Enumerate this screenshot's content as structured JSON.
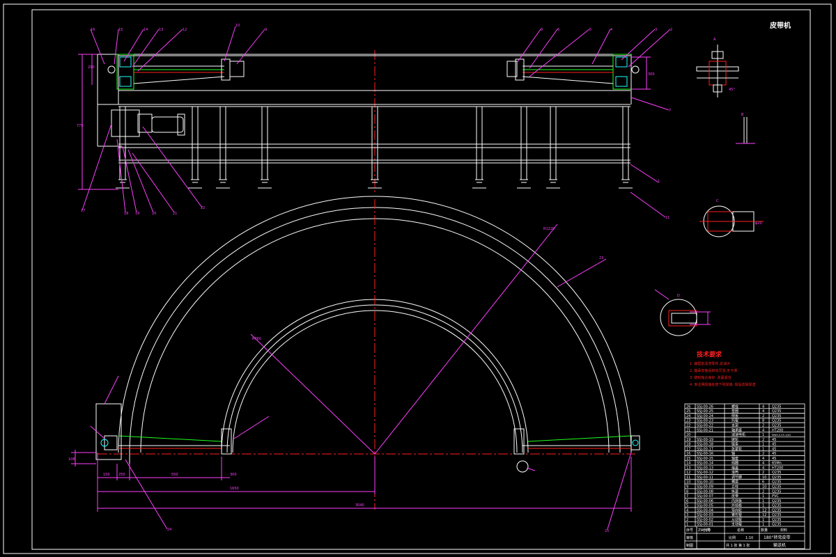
{
  "drawing": {
    "stamp": "皮带机",
    "notes_title": "技术要求",
    "notes": [
      "1. 装配前清洗零件,去油污",
      "2. 轴承安装后转动灵活,无卡滞",
      "3. 链轮啮合良好, 张紧适当",
      "4. 未注明焊接处按下列焊接, 焊后去除焊渣"
    ],
    "dimensions": {
      "overall_width": "3040",
      "half_width": "1650",
      "seg1": "150",
      "seg2": "250",
      "seg3": "550",
      "seg4": "300",
      "height_total": "775",
      "height_head": "300",
      "height_side": "290",
      "base_h": "108",
      "radius_outer": "R1220",
      "radius_inner": "R760",
      "detail_a": "45°",
      "detail_b": "φ20"
    },
    "title_block": {
      "title_line1": "180°转弯皮带",
      "title_line2": "输送机",
      "scale_label": "比例",
      "scale_value": "1:10",
      "sheet_label": "共 1 张  第 1 张",
      "maker_label": "制图",
      "checker_label": "审核",
      "drawing_no": "ZWJ-00"
    },
    "parts_rows": [
      {
        "no": "26",
        "code": "SSJ-00-26",
        "name": "螺栓",
        "qty": "4",
        "mat": "Q235"
      },
      {
        "no": "25",
        "code": "SSJ-00-25",
        "name": "垫圈",
        "qty": "4",
        "mat": "Q235"
      },
      {
        "no": "24",
        "code": "SSJ-00-24",
        "name": "侧板",
        "qty": "2",
        "mat": "Q235"
      },
      {
        "no": "23",
        "code": "SSJ-00-23",
        "name": "托辊",
        "qty": "8",
        "mat": "Q235"
      },
      {
        "no": "22",
        "code": "SSJ-00-22",
        "name": "支架",
        "qty": "2",
        "mat": "Q235"
      },
      {
        "no": "21",
        "code": "SSJ-00-21",
        "name": "轴承座",
        "qty": "4",
        "mat": "HT200"
      },
      {
        "no": "20",
        "code": "",
        "name": "减速电机",
        "qty": "1",
        "mat": "MWS-0.55-1/40"
      },
      {
        "no": "19",
        "code": "SSJ-00-19",
        "name": "链轮",
        "qty": "2",
        "mat": "45"
      },
      {
        "no": "18",
        "code": "SSJ-00-18",
        "name": "链条",
        "qty": "1",
        "mat": "45"
      },
      {
        "no": "17",
        "code": "SSJ-00-17",
        "name": "张紧轮",
        "qty": "1",
        "mat": "45"
      },
      {
        "no": "16",
        "code": "SSJ-00-16",
        "name": "轴",
        "qty": "2",
        "mat": "45"
      },
      {
        "no": "15",
        "code": "SSJ-00-15",
        "name": "轴套",
        "qty": "4",
        "mat": "45"
      },
      {
        "no": "14",
        "code": "SSJ-00-14",
        "name": "挡圈",
        "qty": "4",
        "mat": "65Mn"
      },
      {
        "no": "13",
        "code": "SSJ-00-13",
        "name": "端盖",
        "qty": "4",
        "mat": "HT200"
      },
      {
        "no": "12",
        "code": "SSJ-00-12",
        "name": "滚筒",
        "qty": "2",
        "mat": "Q235"
      },
      {
        "no": "11",
        "code": "SSJ-00-11",
        "name": "调节脚",
        "qty": "10",
        "mat": "Q235"
      },
      {
        "no": "10",
        "code": "SSJ-00-10",
        "name": "横梁",
        "qty": "6",
        "mat": "Q235"
      },
      {
        "no": "9",
        "code": "SSJ-00-09",
        "name": "立柱",
        "qty": "10",
        "mat": "Q235"
      },
      {
        "no": "8",
        "code": "SSJ-00-08",
        "name": "纵梁",
        "qty": "2",
        "mat": "Q235"
      },
      {
        "no": "7",
        "code": "SSJ-00-07",
        "name": "皮带",
        "qty": "1",
        "mat": "PVC"
      },
      {
        "no": "6",
        "code": "SSJ-00-06",
        "name": "内挡板",
        "qty": "1",
        "mat": "Q235"
      },
      {
        "no": "5",
        "code": "SSJ-00-05",
        "name": "外挡板",
        "qty": "1",
        "mat": "Q235"
      },
      {
        "no": "4",
        "code": "SSJ-00-04",
        "name": "导向轮",
        "qty": "12",
        "mat": "Q235"
      },
      {
        "no": "3",
        "code": "SSJ-00-03",
        "name": "锥形辊",
        "qty": "12",
        "mat": "Q235"
      },
      {
        "no": "2",
        "code": "SSJ-00-02",
        "name": "从动辊",
        "qty": "1",
        "mat": "Q235"
      },
      {
        "no": "1",
        "code": "SSJ-00-01",
        "name": "主动辊",
        "qty": "1",
        "mat": "Q235"
      }
    ],
    "parts_header": {
      "no": "序号",
      "code": "代号",
      "name": "名称",
      "qty": "数量",
      "mat": "材料"
    },
    "balloons": [
      "1",
      "2",
      "3",
      "4",
      "5",
      "6",
      "7",
      "8",
      "9",
      "10",
      "11",
      "12",
      "13",
      "14",
      "15",
      "16",
      "17",
      "18",
      "19",
      "20",
      "21",
      "22",
      "23",
      "24",
      "25"
    ],
    "colors": {
      "line": "#ffffff",
      "red": "#ff2020",
      "magenta": "#ff40ff",
      "green": "#20ff20",
      "cyan": "#20ffff",
      "yellow": "#ffff20"
    }
  }
}
